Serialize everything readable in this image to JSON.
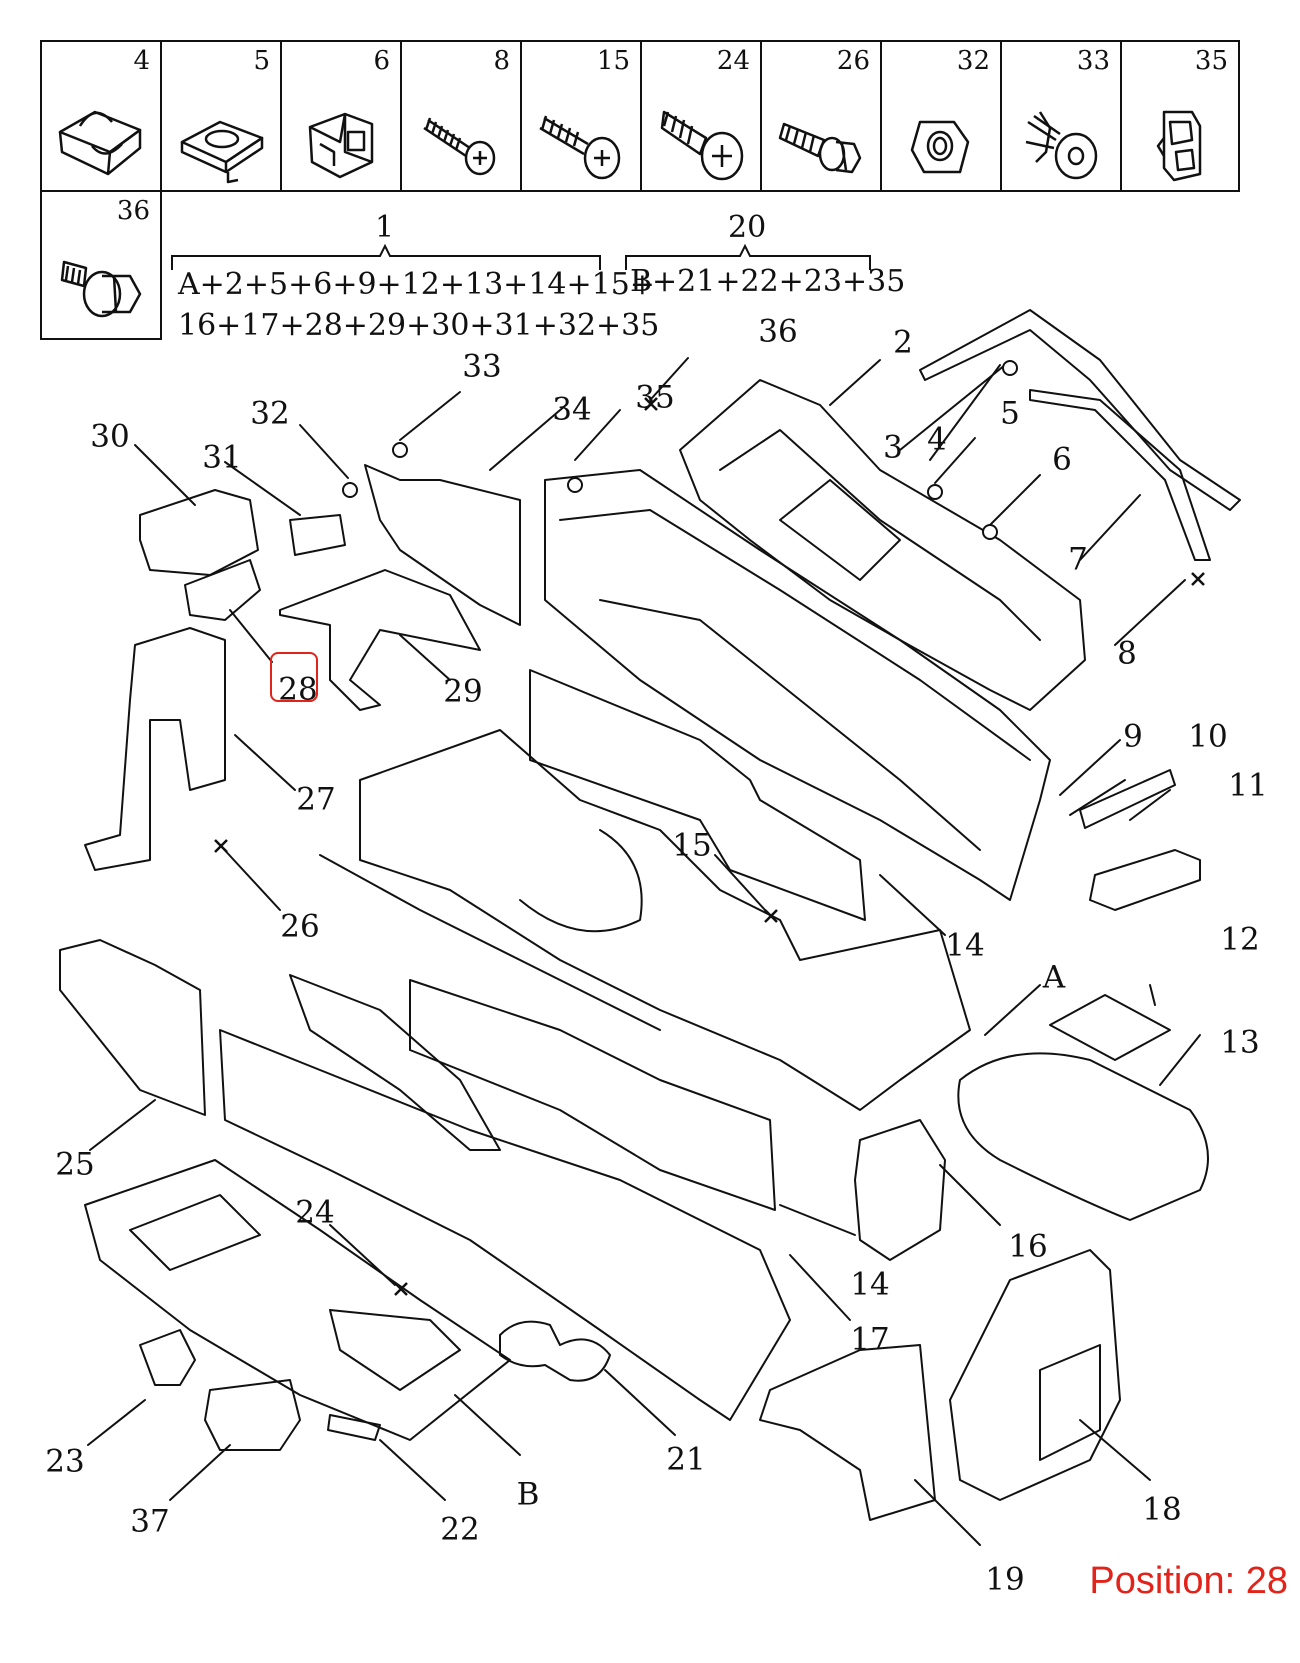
{
  "fasteners_row1": [
    "4",
    "5",
    "6",
    "8",
    "15",
    "24",
    "26",
    "32",
    "33",
    "35"
  ],
  "fasteners_row2": [
    "36"
  ],
  "kits": {
    "kit1": {
      "number": "1",
      "line1": "A+2+5+6+9+12+13+14+15+",
      "line2": "16+17+28+29+30+31+32+35"
    },
    "kit20": {
      "number": "20",
      "line1": "B+21+22+23+35"
    }
  },
  "callouts": {
    "c36_top": "36",
    "c2": "2",
    "c33": "33",
    "c34": "34",
    "c35": "35",
    "c32": "32",
    "c30": "30",
    "c31": "31",
    "c3": "3",
    "c4": "4",
    "c5": "5",
    "c6": "6",
    "c7": "7",
    "c8": "8",
    "c28": "28",
    "c29": "29",
    "c27": "27",
    "c9": "9",
    "c10": "10",
    "c11": "11",
    "c15": "15",
    "c26": "26",
    "c14a": "14",
    "cA": "A",
    "c12": "12",
    "c13": "13",
    "c25": "25",
    "c24": "24",
    "c16": "16",
    "c14b": "14",
    "c17": "17",
    "c21": "21",
    "c23": "23",
    "cB": "B",
    "c22": "22",
    "c37": "37",
    "c18": "18",
    "c19": "19"
  },
  "highlighted_position": "28",
  "position_label": "Position: 28",
  "colors": {
    "line": "#111111",
    "highlight": "#e2231a"
  }
}
